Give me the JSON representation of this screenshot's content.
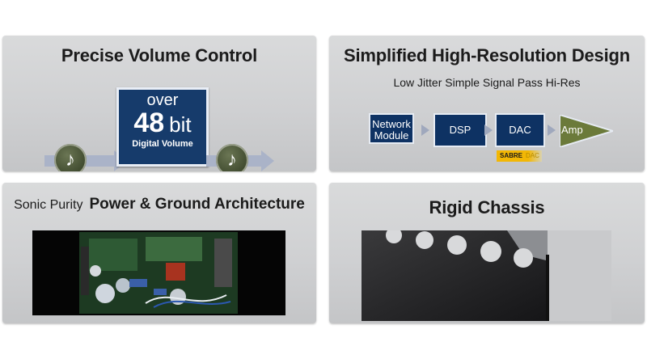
{
  "panels": {
    "volume": {
      "title": "Precise Volume Control",
      "over": "over",
      "bits": "48",
      "unit": "bit",
      "caption": "Digital Volume"
    },
    "hires": {
      "title": "Simplified High-Resolution Design",
      "subtitle": "Low Jitter Simple Signal Pass Hi-Res",
      "chain": [
        "Network Module",
        "DSP",
        "DAC",
        "Amp"
      ],
      "sabre": "SABRE",
      "sabre_suffix": "DAC"
    },
    "power": {
      "pre": "Sonic Purity",
      "title": "Power & Ground Architecture"
    },
    "chassis": {
      "title": "Rigid Chassis"
    }
  },
  "colors": {
    "panel_bg": "#cfd0d2",
    "box_blue": "#0e3263",
    "arrow": "#aab3c8",
    "amp": "#6b7a3a",
    "sabre": "#f2b705"
  }
}
